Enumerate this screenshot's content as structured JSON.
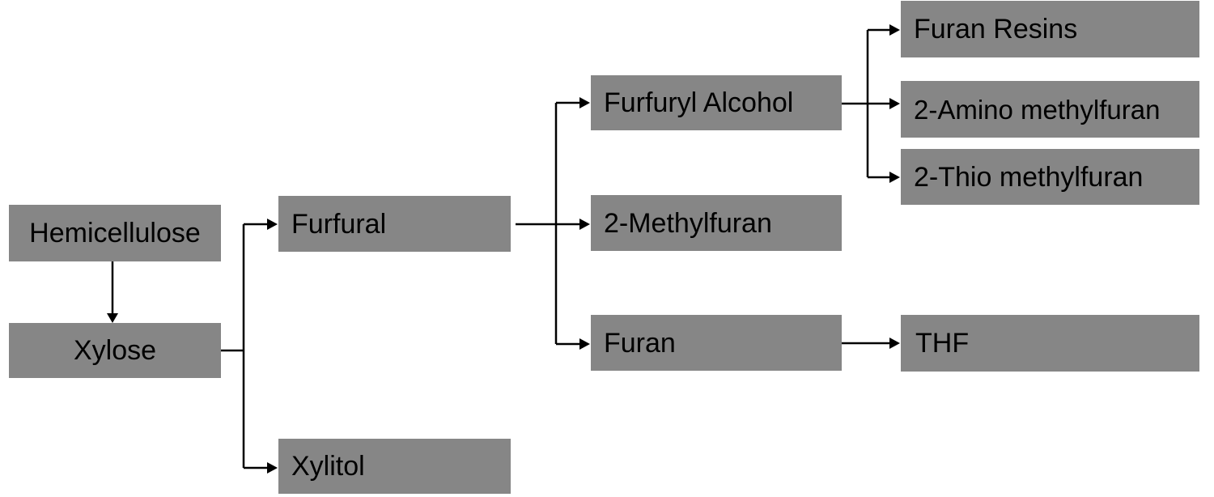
{
  "diagram": {
    "nodes": {
      "hemicellulose": "Hemicellulose",
      "xylose": "Xylose",
      "furfural": "Furfural",
      "xylitol": "Xylitol",
      "furfuryl_alcohol": "Furfuryl Alcohol",
      "methylfuran": "2-Methylfuran",
      "furan": "Furan",
      "furan_resins": "Furan Resins",
      "amino_methylfuran": "2-Amino methylfuran",
      "thio_methylfuran": "2-Thio methylfuran",
      "thf": "THF"
    },
    "edges": [
      {
        "from": "Hemicellulose",
        "to": "Xylose"
      },
      {
        "from": "Xylose",
        "to": "Furfural"
      },
      {
        "from": "Xylose",
        "to": "Xylitol"
      },
      {
        "from": "Furfural",
        "to": "Furfuryl Alcohol"
      },
      {
        "from": "Furfural",
        "to": "2-Methylfuran"
      },
      {
        "from": "Furfural",
        "to": "Furan"
      },
      {
        "from": "Furfuryl Alcohol",
        "to": "Furan Resins"
      },
      {
        "from": "Furfuryl Alcohol",
        "to": "2-Amino methylfuran"
      },
      {
        "from": "Furfuryl Alcohol",
        "to": "2-Thio methylfuran"
      },
      {
        "from": "Furan",
        "to": "THF"
      }
    ],
    "colors": {
      "node_fill": "#868686",
      "node_text": "#000000",
      "connector": "#000000",
      "background": "#ffffff"
    }
  }
}
